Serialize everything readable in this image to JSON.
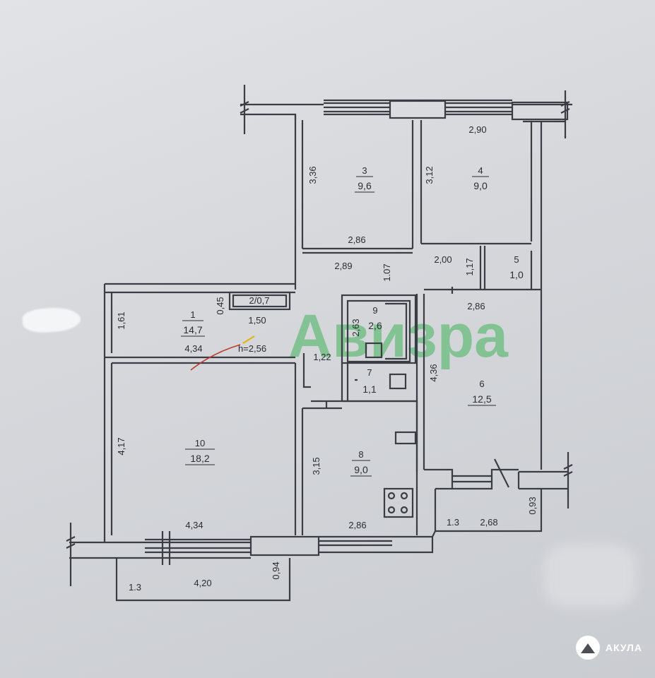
{
  "watermark": {
    "text": "Авизра"
  },
  "brand": {
    "label": "АКУЛА"
  },
  "rooms": [
    {
      "id": "1",
      "number": "1",
      "area": "14,7"
    },
    {
      "id": "2",
      "number": "2/0,7",
      "area": ""
    },
    {
      "id": "3",
      "number": "3",
      "area": "9,6"
    },
    {
      "id": "4",
      "number": "4",
      "area": "9,0"
    },
    {
      "id": "5",
      "number": "5",
      "area": "1,0"
    },
    {
      "id": "6",
      "number": "6",
      "area": "12,5"
    },
    {
      "id": "7",
      "number": "7",
      "area": "1,1"
    },
    {
      "id": "8",
      "number": "8",
      "area": "9,0"
    },
    {
      "id": "9",
      "number": "9",
      "area": "2,6"
    },
    {
      "id": "10",
      "number": "10",
      "area": "18,2"
    }
  ],
  "dimensions": {
    "d_2_90": "2,90",
    "d_3_36": "3,36",
    "d_3_12": "3,12",
    "d_2_86_room3": "2,86",
    "d_2_89": "2,89",
    "d_1_07": "1.07",
    "d_2_00": "2,00",
    "d_1_17": "1,17",
    "d_0_45": "0,45",
    "d_1_50": "1,50",
    "d_1_61": "1,61",
    "d_4_34_hall": "4,34",
    "d_height": "h=2,56",
    "d_1_22": "1,22",
    "d_2_63": "2,63",
    "d_2_86_room6": "2,86",
    "d_4_36": "4,36",
    "d_4_17": "4,17",
    "d_3_15": "3,15",
    "d_4_34_room10": "4,34",
    "d_2_86_room8": "2,86",
    "d_1_3_right": "1.3",
    "d_2_68": "2,68",
    "d_0_93": "0,93",
    "d_1_3_left": "1.3",
    "d_4_20": "4,20",
    "d_0_94": "0,94"
  }
}
